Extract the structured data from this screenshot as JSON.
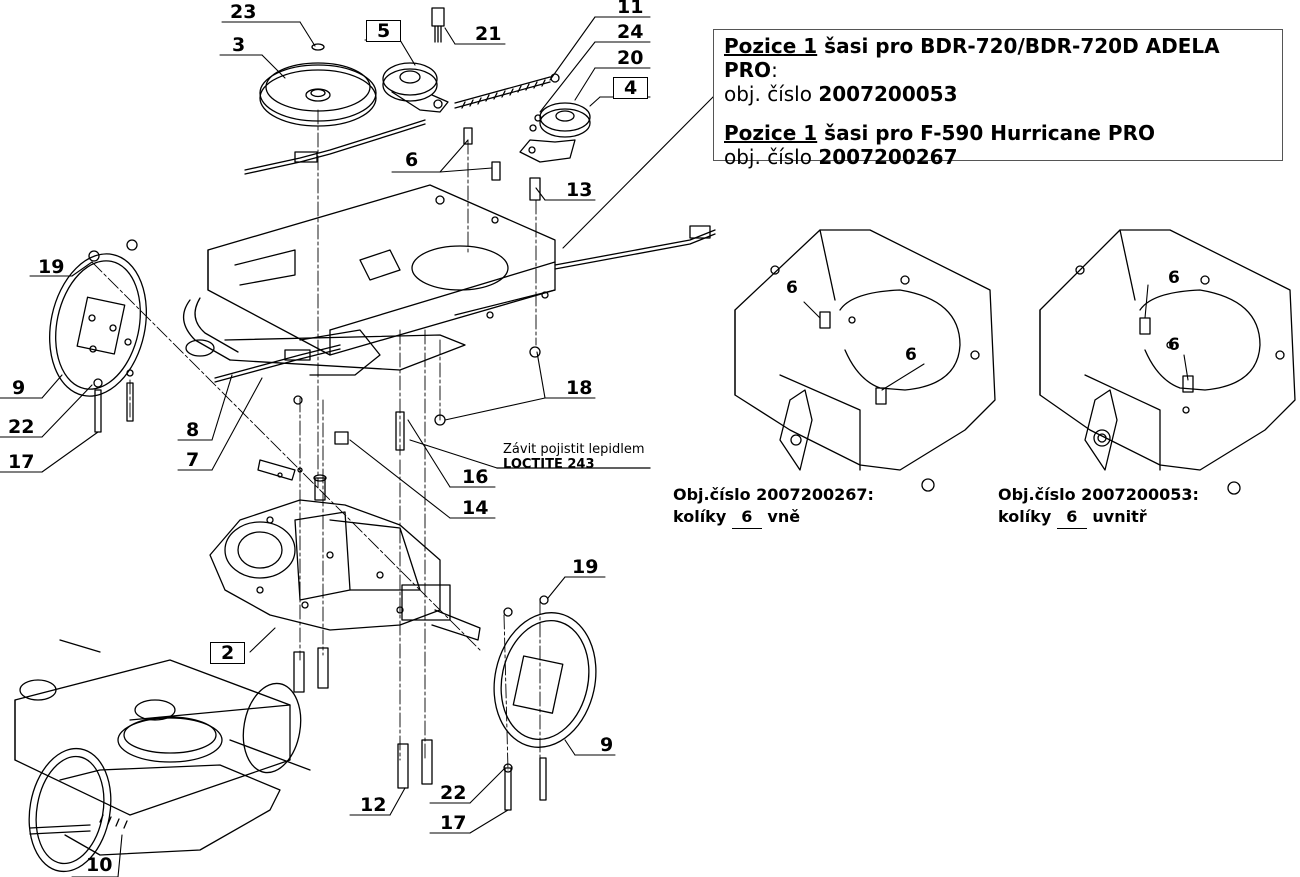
{
  "callouts": [
    {
      "id": "c23",
      "label": "23"
    },
    {
      "id": "c3",
      "label": "3"
    },
    {
      "id": "c5",
      "label": "5",
      "boxed": true
    },
    {
      "id": "c21",
      "label": "21"
    },
    {
      "id": "c11",
      "label": "11"
    },
    {
      "id": "c24",
      "label": "24"
    },
    {
      "id": "c20",
      "label": "20"
    },
    {
      "id": "c4",
      "label": "4",
      "boxed": true
    },
    {
      "id": "c6",
      "label": "6"
    },
    {
      "id": "c13",
      "label": "13"
    },
    {
      "id": "c19a",
      "label": "19"
    },
    {
      "id": "c9a",
      "label": "9"
    },
    {
      "id": "c22a",
      "label": "22"
    },
    {
      "id": "c17a",
      "label": "17"
    },
    {
      "id": "c8",
      "label": "8"
    },
    {
      "id": "c7",
      "label": "7"
    },
    {
      "id": "c18",
      "label": "18"
    },
    {
      "id": "c16",
      "label": "16"
    },
    {
      "id": "c14",
      "label": "14"
    },
    {
      "id": "c2",
      "label": "2",
      "boxed": true
    },
    {
      "id": "c19b",
      "label": "19"
    },
    {
      "id": "c9b",
      "label": "9"
    },
    {
      "id": "c12",
      "label": "12"
    },
    {
      "id": "c22b",
      "label": "22"
    },
    {
      "id": "c17b",
      "label": "17"
    },
    {
      "id": "c10",
      "label": "10"
    }
  ],
  "infobox": {
    "block1_pozice": "Pozice 1",
    "block1_title": " šasi pro BDR-720/BDR-720D ADELA PRO",
    "block1_colon": ":",
    "block1_obj": " obj. číslo ",
    "block1_number": "2007200053",
    "block2_pozice": "Pozice 1",
    "block2_title": " šasi pro  F-590 Hurricane PRO",
    "block2_obj": "obj. číslo ",
    "block2_number": "2007200267"
  },
  "note": {
    "line1": "Závit pojistit lepidlem",
    "line2": "LOCTITE 243"
  },
  "detail_left": {
    "caption1": "Obj.číslo 2007200267:",
    "caption2_prefix": "kolíky ",
    "caption2_value": "6",
    "caption2_suffix": " vně",
    "label_a": "6",
    "label_b": "6"
  },
  "detail_right": {
    "caption1": "Obj.číslo 2007200053:",
    "caption2_prefix": "kolíky ",
    "caption2_value": "6",
    "caption2_suffix": "  uvnitř",
    "label_a": "6",
    "label_b": "6"
  }
}
